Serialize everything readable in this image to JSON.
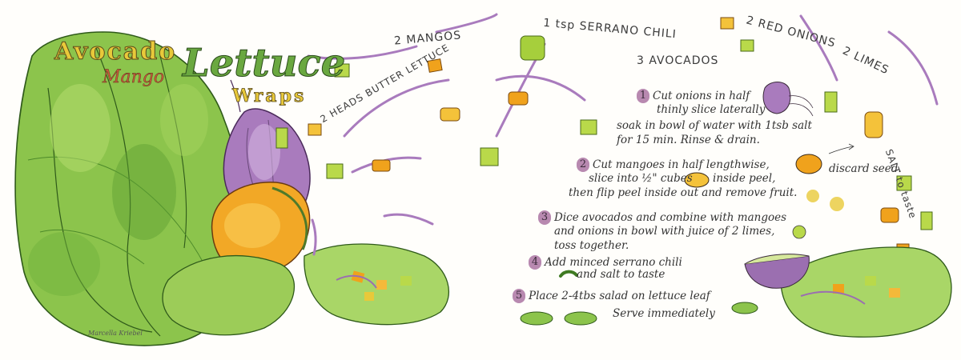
{
  "title": {
    "line1": "Avocado",
    "line2": "Mango",
    "line3": "Lettuce",
    "line4": "Wraps"
  },
  "ingredients": [
    "2 MANGOS",
    "1 tsp SERRANO CHILI",
    "2 RED ONIONS",
    "3 AVOCADOS",
    "2 LIMES",
    "2 HEADS BUTTER LETTUCE",
    "SALT to taste"
  ],
  "steps": [
    {
      "num": "1",
      "lines": [
        "Cut onions in half",
        "thinly slice laterally",
        "soak in bowl of water with 1tsb salt",
        "for 15 min. Rinse & drain."
      ]
    },
    {
      "num": "2",
      "lines": [
        "Cut mangoes in half lengthwise,",
        "slice into ½\" cubes",
        "inside peel,",
        "then flip peel inside out and remove fruit."
      ],
      "extra": "discard seed."
    },
    {
      "num": "3",
      "lines": [
        "Dice avocados and combine with mangoes",
        "and onions in bowl with juice of 2 limes,",
        "toss together."
      ]
    },
    {
      "num": "4",
      "lines": [
        "Add minced serrano chili",
        "and salt to taste"
      ]
    },
    {
      "num": "5",
      "lines": [
        "Place 2-4tbs salad on lettuce leaf",
        "Serve immediately"
      ]
    }
  ],
  "signature": "Marcella Kriebel",
  "colors": {
    "lettuce": "#7cb342",
    "lettuce_dark": "#3f7a22",
    "mango": "#f0a21c",
    "onion": "#9b6fb0",
    "avocado": "#b9d94a",
    "step_badge": "#b889b0"
  }
}
